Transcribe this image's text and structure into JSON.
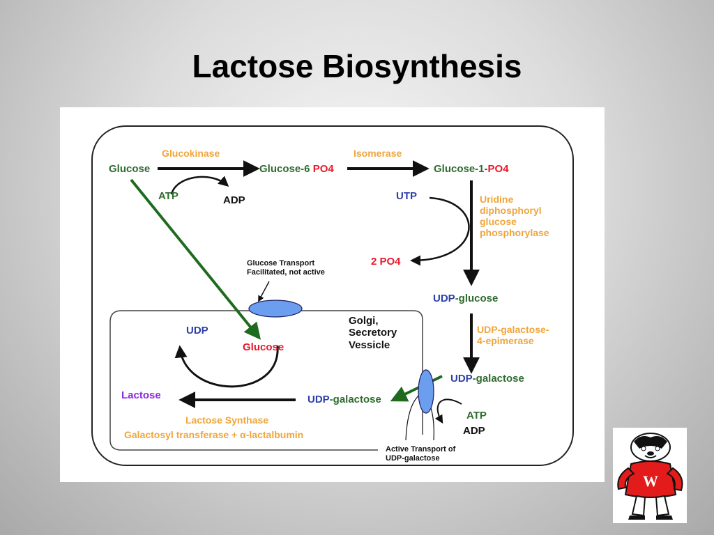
{
  "slide": {
    "title": "Lactose Biosynthesis"
  },
  "diagram": {
    "glucose": "Glucose",
    "glucokinase": "Glucokinase",
    "glucose6": "Glucose-6",
    "po4_1": "PO4",
    "isomerase": "Isomerase",
    "glucose1": "Glucose-1-",
    "po4_2": "PO4",
    "atp1": "ATP",
    "adp1": "ADP",
    "utp": "UTP",
    "enzyme_udpgp": [
      "Uridine",
      "diphosphoryl",
      "glucose",
      "phosphorylase"
    ],
    "two_po4": "2 PO4",
    "transport_note": [
      "Glucose Transport",
      "Facilitated, not active"
    ],
    "udp_glucose_udp": "UDP",
    "udp_glucose_rest": "-glucose",
    "epimerase": [
      "UDP-galactose-",
      "4-epimerase"
    ],
    "udp_galactose_udp": "UDP",
    "udp_galactose_rest": "-galactose",
    "golgi": [
      "Golgi,",
      "Secretory",
      "Vessicle"
    ],
    "udp_inner": "UDP",
    "glucose_inner": "Glucose",
    "lactose": "Lactose",
    "udp_gal_inner_udp": "UDP",
    "udp_gal_inner_rest": "-galactose",
    "atp2": "ATP",
    "adp2": "ADP",
    "lactose_synthase": "Lactose Synthase",
    "galactosyl": "Galactosyl transferase + α-lactalbumin",
    "active_transport": [
      "Active Transport of",
      "UDP-galactose"
    ]
  },
  "colors": {
    "metabolite": "#2f6b2f",
    "enzyme": "#f0a53a",
    "phosphate": "#e8182a",
    "nucleotide": "#2b3fa8",
    "lactose": "#8a2be2",
    "transporter": "#6c9ef0",
    "direct_arrow": "#1e6b1e"
  },
  "mascot": {
    "icon": "badger-mascot-icon"
  }
}
